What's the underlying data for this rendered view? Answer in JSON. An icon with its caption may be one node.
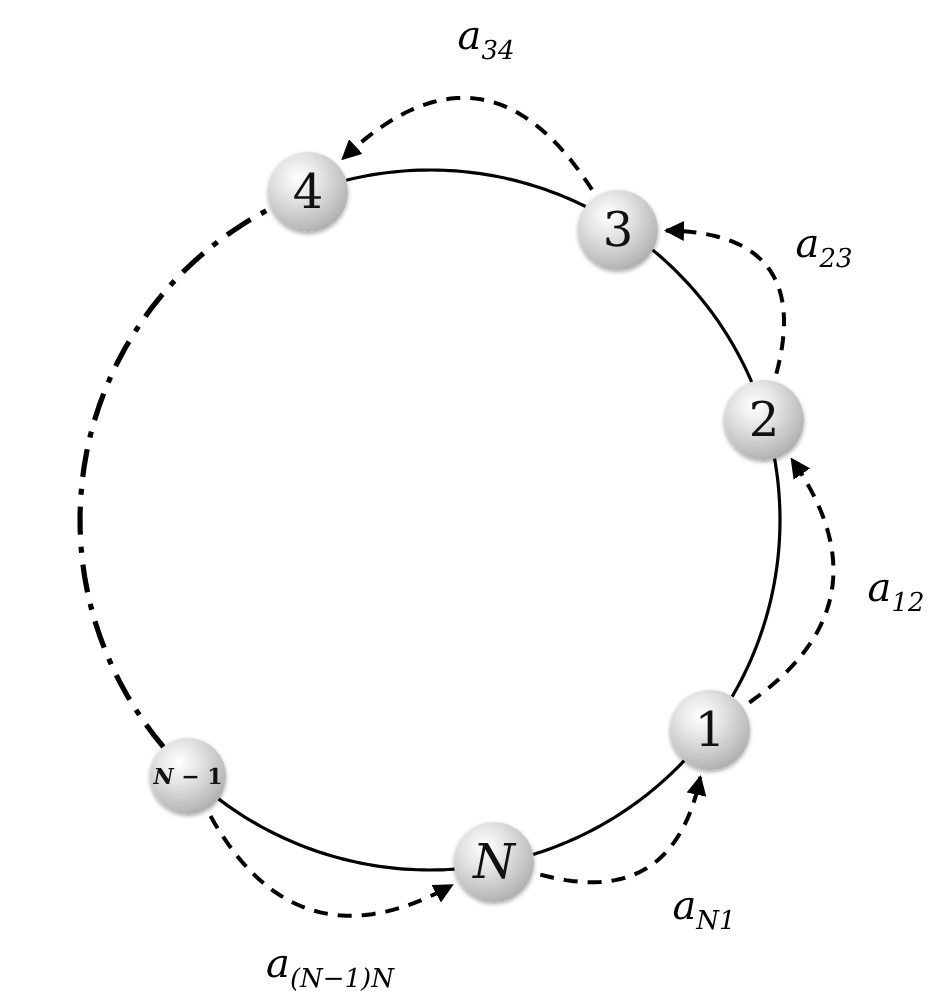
{
  "diagram": {
    "nodes": [
      {
        "text": [
          "4"
        ]
      },
      {
        "text": [
          "3"
        ]
      },
      {
        "text": [
          "2"
        ]
      },
      {
        "text": [
          "1"
        ]
      },
      {
        "text": [
          "*N* − 1"
        ]
      },
      {
        "text": [
          "N"
        ]
      }
    ],
    "edges": [
      {
        "from": 0,
        "to": 1,
        "arrow": "none"
      },
      {
        "from": 1,
        "to": 2,
        "arrow": "none"
      },
      {
        "from": 2,
        "to": 3,
        "arrow": "none"
      },
      {
        "from": 3,
        "to": 5,
        "arrow": "none"
      },
      {
        "from": 5,
        "to": 4,
        "arrow": "none"
      },
      {
        "from": 4,
        "to": 0,
        "arrow": "none",
        "style": "dashed"
      },
      {
        "from": 3,
        "to": 2,
        "arrow": "to",
        "style": "dashed",
        "label": "a$_{12}$"
      },
      {
        "from": 2,
        "to": 1,
        "arrow": "to",
        "style": "dashed",
        "label": "a$_{23}$"
      },
      {
        "from": 1,
        "to": 0,
        "arrow": "to",
        "style": "dashed",
        "label": "a$_{34}$"
      },
      {
        "from": 5,
        "to": 3,
        "arrow": "to",
        "style": "dashed",
        "label": "a$_{N1}$"
      },
      {
        "from": 4,
        "to": 5,
        "arrow": "to",
        "style": "dashed",
        "label": "a$_{(N−1)N}$"
      }
    ]
  }
}
